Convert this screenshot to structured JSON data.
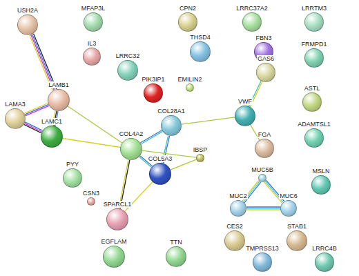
{
  "diagram": {
    "nodes": [
      {
        "text": [
          "USH2A"
        ]
      },
      {
        "text": [
          "MFAP3L"
        ]
      },
      {
        "text": [
          "CPN2"
        ]
      },
      {
        "text": [
          "LRRC37A2"
        ]
      },
      {
        "text": [
          "LRRTM3"
        ]
      },
      {
        "text": [
          "IL3"
        ]
      },
      {
        "text": [
          "THSD4"
        ]
      },
      {
        "text": [
          "FBN3"
        ]
      },
      {
        "text": [
          "FRMPD1"
        ]
      },
      {
        "text": [
          "LRRC32"
        ]
      },
      {
        "text": [
          "EMILIN2"
        ]
      },
      {
        "text": [
          "GAS6"
        ]
      },
      {
        "text": [
          "LAMB1"
        ]
      },
      {
        "text": [
          "PIK3IP1"
        ]
      },
      {
        "text": [
          "ASTL"
        ]
      },
      {
        "text": [
          "LAMA3"
        ]
      },
      {
        "text": [
          "LAMC1"
        ]
      },
      {
        "text": [
          "VWF"
        ]
      },
      {
        "text": [
          "COL28A1"
        ]
      },
      {
        "text": [
          "ADAMTSL1"
        ]
      },
      {
        "text": [
          "FGA"
        ]
      },
      {
        "text": [
          "COL4A2"
        ]
      },
      {
        "text": [
          "IBSP"
        ]
      },
      {
        "text": [
          "COL5A3"
        ]
      },
      {
        "text": [
          "PYY"
        ]
      },
      {
        "text": [
          "MUC5B"
        ]
      },
      {
        "text": [
          "MSLN"
        ]
      },
      {
        "text": [
          "CSN3"
        ]
      },
      {
        "text": [
          "SPARCL1"
        ]
      },
      {
        "text": [
          "MUC2"
        ]
      },
      {
        "text": [
          "MUC6"
        ]
      },
      {
        "text": [
          "EGFLAM"
        ]
      },
      {
        "text": [
          "TTN"
        ]
      },
      {
        "text": [
          "CES2"
        ]
      },
      {
        "text": [
          "STAB1"
        ]
      },
      {
        "text": [
          "TMPRSS13"
        ]
      },
      {
        "text": [
          "LRRC4B"
        ]
      }
    ],
    "edges": [
      {
        "from": 0,
        "to": 12,
        "arrow": "none"
      },
      {
        "from": 12,
        "to": 15,
        "arrow": "none"
      },
      {
        "from": 12,
        "to": 16,
        "arrow": "none"
      },
      {
        "from": 15,
        "to": 16,
        "arrow": "none"
      },
      {
        "from": 12,
        "to": 21,
        "arrow": "none"
      },
      {
        "from": 16,
        "to": 21,
        "arrow": "none"
      },
      {
        "from": 21,
        "to": 18,
        "arrow": "none"
      },
      {
        "from": 21,
        "to": 23,
        "arrow": "none"
      },
      {
        "from": 18,
        "to": 23,
        "arrow": "none"
      },
      {
        "from": 21,
        "to": 28,
        "arrow": "none"
      },
      {
        "from": 23,
        "to": 28,
        "arrow": "none"
      },
      {
        "from": 21,
        "to": 22,
        "arrow": "none"
      },
      {
        "from": 23,
        "to": 22,
        "arrow": "none"
      },
      {
        "from": 18,
        "to": 17,
        "arrow": "none"
      },
      {
        "from": 17,
        "to": 11,
        "arrow": "none"
      },
      {
        "from": 17,
        "to": 20,
        "arrow": "none"
      },
      {
        "from": 25,
        "to": 29,
        "arrow": "none"
      },
      {
        "from": 25,
        "to": 30,
        "arrow": "none"
      },
      {
        "from": 29,
        "to": 30,
        "arrow": "none"
      }
    ]
  }
}
